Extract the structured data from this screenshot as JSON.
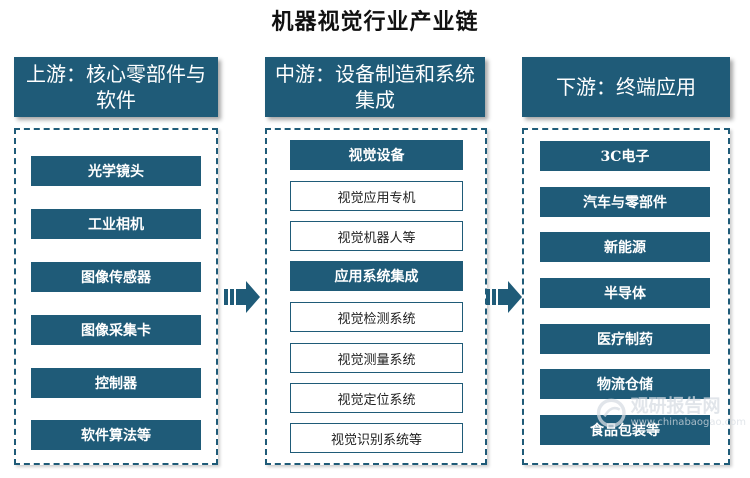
{
  "title": "机器视觉行业产业链",
  "upstream": {
    "header": "上游：核心零部件与软件",
    "items": [
      "光学镜头",
      "工业相机",
      "图像传感器",
      "图像采集卡",
      "控制器",
      "软件算法等"
    ]
  },
  "midstream": {
    "header": "中游：设备制造和系统集成",
    "groups": [
      {
        "title": "视觉设备",
        "items": [
          "视觉应用专机",
          "视觉机器人等"
        ]
      },
      {
        "title": "应用系统集成",
        "items": [
          "视觉检测系统",
          "视觉测量系统",
          "视觉定位系统",
          "视觉识别系统等"
        ]
      }
    ]
  },
  "downstream": {
    "header": "下游：终端应用",
    "items": [
      "3C电子",
      "汽车与零部件",
      "新能源",
      "半导体",
      "医疗制药",
      "物流仓储",
      "食品包装等"
    ]
  },
  "watermark": {
    "main": "观研报告网",
    "sub": "www.chinabaogao.com"
  },
  "colors": {
    "primary": "#1f5b78",
    "background": "#ffffff"
  }
}
